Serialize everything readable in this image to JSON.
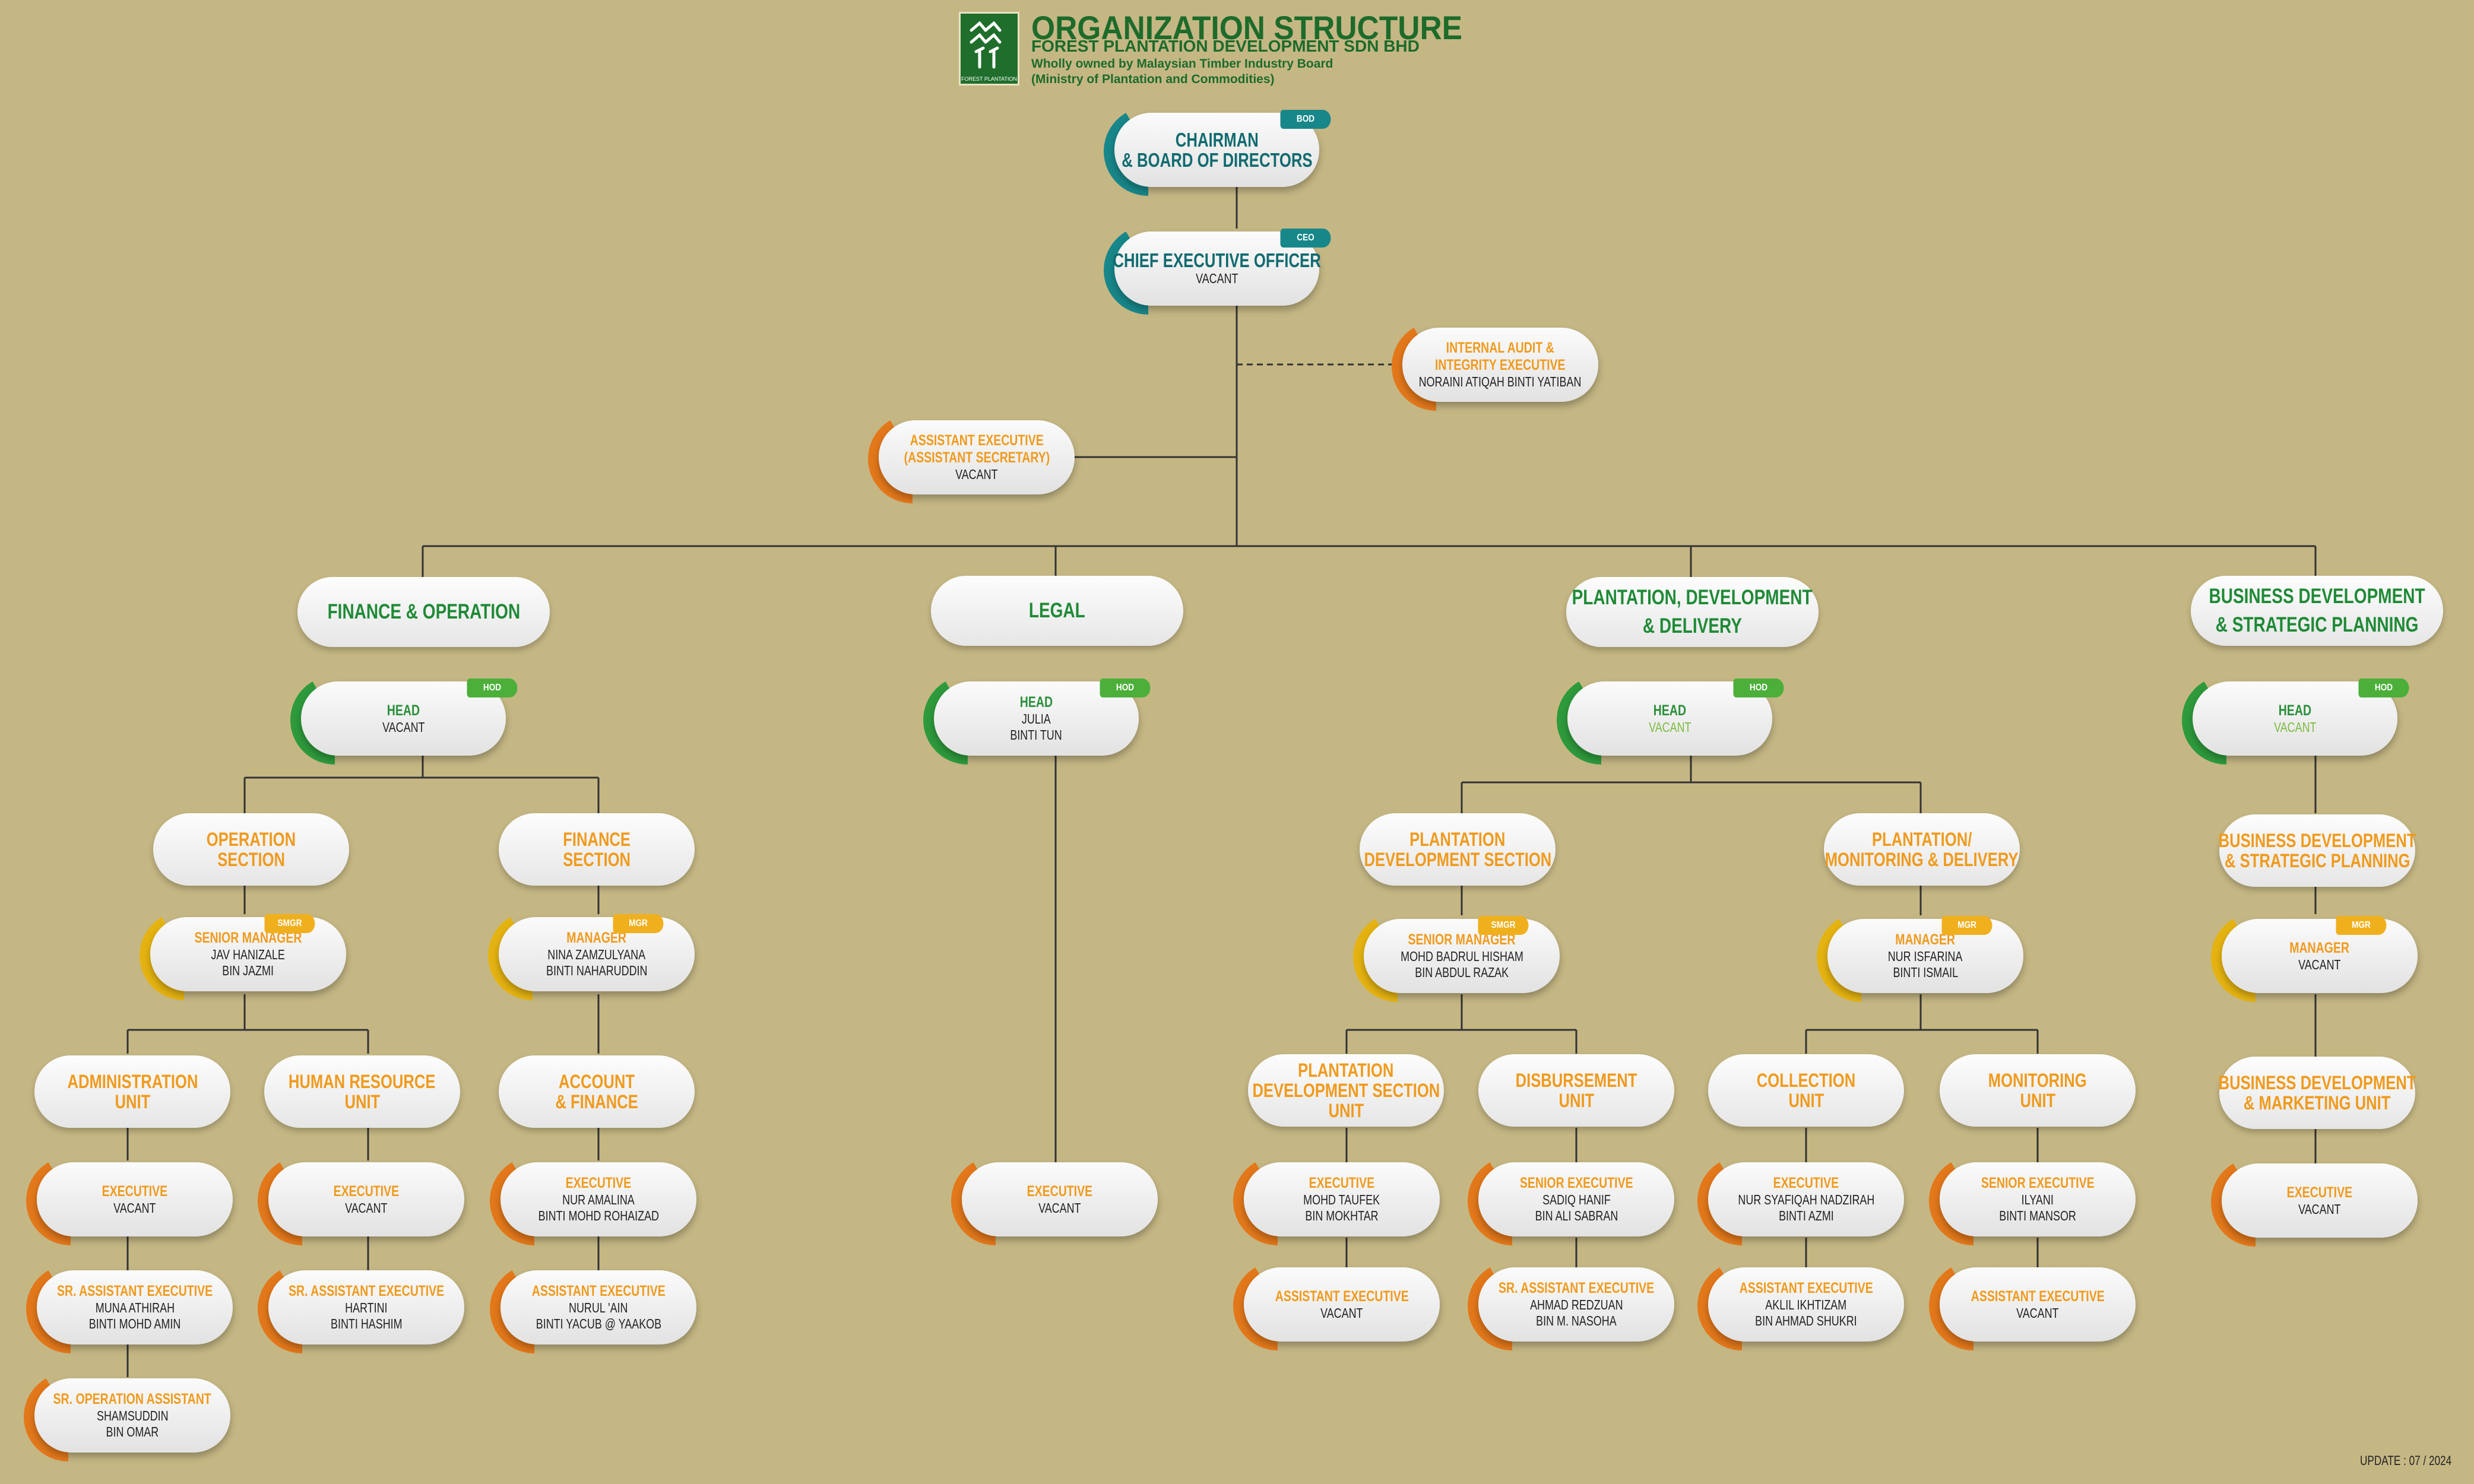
{
  "header": {
    "title": "ORGANIZATION STRUCTURE",
    "company": "FOREST PLANTATION DEVELOPMENT SDN BHD",
    "owner": "Wholly owned by Malaysian Timber Industry Board",
    "ministry": "(Ministry of Plantation and Commodities)",
    "logo_text": "FOREST PLANTATION"
  },
  "update": "UPDATE : 07 / 2024",
  "top": {
    "chairman": {
      "tag": "BOD",
      "line1": "CHAIRMAN",
      "line2": "& BOARD OF DIRECTORS"
    },
    "ceo": {
      "tag": "CEO",
      "title": "CHIEF EXECUTIVE OFFICER",
      "name": "VACANT"
    },
    "audit": {
      "title1": "INTERNAL AUDIT &",
      "title2": "INTEGRITY EXECUTIVE",
      "name": "NORAINI ATIQAH BINTI YATIBAN"
    },
    "secretary": {
      "title1": "ASSISTANT EXECUTIVE",
      "title2": "(ASSISTANT SECRETARY)",
      "name": "VACANT"
    }
  },
  "departments": {
    "finance": {
      "label1": "FINANCE & OPERATION",
      "label2": ""
    },
    "legal": {
      "label1": "LEGAL",
      "label2": ""
    },
    "plantation": {
      "label1": "PLANTATION, DEVELOPMENT",
      "label2": "& DELIVERY"
    },
    "business": {
      "label1": "BUSINESS DEVELOPMENT",
      "label2": "& STRATEGIC PLANNING"
    }
  },
  "heads": {
    "finance": {
      "tag": "HOD",
      "title": "HEAD",
      "name1": "VACANT",
      "name2": ""
    },
    "legal": {
      "tag": "HOD",
      "title": "HEAD",
      "name1": "JULIA",
      "name2": "BINTI TUN"
    },
    "plantation": {
      "tag": "HOD",
      "title": "HEAD",
      "name1": "VACANT",
      "name2": ""
    },
    "business": {
      "tag": "HOD",
      "title": "HEAD",
      "name1": "VACANT",
      "name2": ""
    }
  },
  "sections": {
    "operation": {
      "l1": "OPERATION",
      "l2": "SECTION"
    },
    "finance": {
      "l1": "FINANCE",
      "l2": "SECTION"
    },
    "pds": {
      "l1": "PLANTATION",
      "l2": "DEVELOPMENT SECTION"
    },
    "pmd": {
      "l1": "PLANTATION/",
      "l2": "MONITORING & DELIVERY"
    },
    "bdsp": {
      "l1": "BUSINESS DEVELOPMENT",
      "l2": "& STRATEGIC PLANNING"
    }
  },
  "managers": {
    "operation": {
      "tag": "SMGR",
      "title": "SENIOR MANAGER",
      "name1": "JAV HANIZALE",
      "name2": "BIN JAZMI"
    },
    "finance": {
      "tag": "MGR",
      "title": "MANAGER",
      "name1": "NINA ZAMZULYANA",
      "name2": "BINTI NAHARUDDIN"
    },
    "pds": {
      "tag": "SMGR",
      "title": "SENIOR MANAGER",
      "name1": "MOHD BADRUL HISHAM",
      "name2": "BIN ABDUL RAZAK"
    },
    "pmd": {
      "tag": "MGR",
      "title": "MANAGER",
      "name1": "NUR ISFARINA",
      "name2": "BINTI ISMAIL"
    },
    "bdsp": {
      "tag": "MGR",
      "title": "MANAGER",
      "name1": "VACANT",
      "name2": ""
    }
  },
  "units": {
    "admin": {
      "l1": "ADMINISTRATION",
      "l2": "UNIT"
    },
    "hr": {
      "l1": "HUMAN RESOURCE",
      "l2": "UNIT"
    },
    "account": {
      "l1": "ACCOUNT",
      "l2": "& FINANCE"
    },
    "pdsu": {
      "l1": "PLANTATION",
      "l2": "DEVELOPMENT SECTION",
      "l3": "UNIT"
    },
    "disb": {
      "l1": "DISBURSEMENT",
      "l2": "UNIT"
    },
    "coll": {
      "l1": "COLLECTION",
      "l2": "UNIT"
    },
    "mon": {
      "l1": "MONITORING",
      "l2": "UNIT"
    },
    "bdm": {
      "l1": "BUSINESS DEVELOPMENT",
      "l2": "& MARKETING UNIT"
    }
  },
  "staff": {
    "admin_exec": {
      "title": "EXECUTIVE",
      "name1": "VACANT",
      "name2": ""
    },
    "admin_sae": {
      "title": "SR. ASSISTANT EXECUTIVE",
      "name1": "MUNA ATHIRAH",
      "name2": "BINTI MOHD AMIN"
    },
    "admin_soa": {
      "title": "SR. OPERATION ASSISTANT",
      "name1": "SHAMSUDDIN",
      "name2": "BIN OMAR"
    },
    "hr_exec": {
      "title": "EXECUTIVE",
      "name1": "VACANT",
      "name2": ""
    },
    "hr_sae": {
      "title": "SR. ASSISTANT EXECUTIVE",
      "name1": "HARTINI",
      "name2": "BINTI HASHIM"
    },
    "acc_exec": {
      "title": "EXECUTIVE",
      "name1": "NUR AMALINA",
      "name2": "BINTI MOHD ROHAIZAD"
    },
    "acc_ae": {
      "title": "ASSISTANT EXECUTIVE",
      "name1": "NURUL 'AIN",
      "name2": "BINTI YACUB @ YAAKOB"
    },
    "legal_exec": {
      "title": "EXECUTIVE",
      "name1": "VACANT",
      "name2": ""
    },
    "pdsu_exec": {
      "title": "EXECUTIVE",
      "name1": "MOHD TAUFEK",
      "name2": "BIN MOKHTAR"
    },
    "pdsu_ae": {
      "title": "ASSISTANT EXECUTIVE",
      "name1": "VACANT",
      "name2": ""
    },
    "disb_se": {
      "title": "SENIOR EXECUTIVE",
      "name1": "SADIQ HANIF",
      "name2": "BIN ALI SABRAN"
    },
    "disb_sae": {
      "title": "SR. ASSISTANT EXECUTIVE",
      "name1": "AHMAD REDZUAN",
      "name2": "BIN M. NASOHA"
    },
    "coll_exec": {
      "title": "EXECUTIVE",
      "name1": "NUR SYAFIQAH NADZIRAH",
      "name2": "BINTI AZMI"
    },
    "coll_ae": {
      "title": "ASSISTANT EXECUTIVE",
      "name1": "AKLIL IKHTIZAM",
      "name2": "BIN AHMAD SHUKRI"
    },
    "mon_se": {
      "title": "SENIOR EXECUTIVE",
      "name1": "ILYANI",
      "name2": "BINTI MANSOR"
    },
    "mon_ae": {
      "title": "ASSISTANT EXECUTIVE",
      "name1": "VACANT",
      "name2": ""
    },
    "bdm_exec": {
      "title": "EXECUTIVE",
      "name1": "VACANT",
      "name2": ""
    }
  },
  "colors": {
    "background": "#c5b784",
    "title_green": "#1d6b2b",
    "orange": "#f09a1d",
    "teal": "#18878a",
    "green": "#2e9a3c",
    "gold": "#e5b311"
  }
}
